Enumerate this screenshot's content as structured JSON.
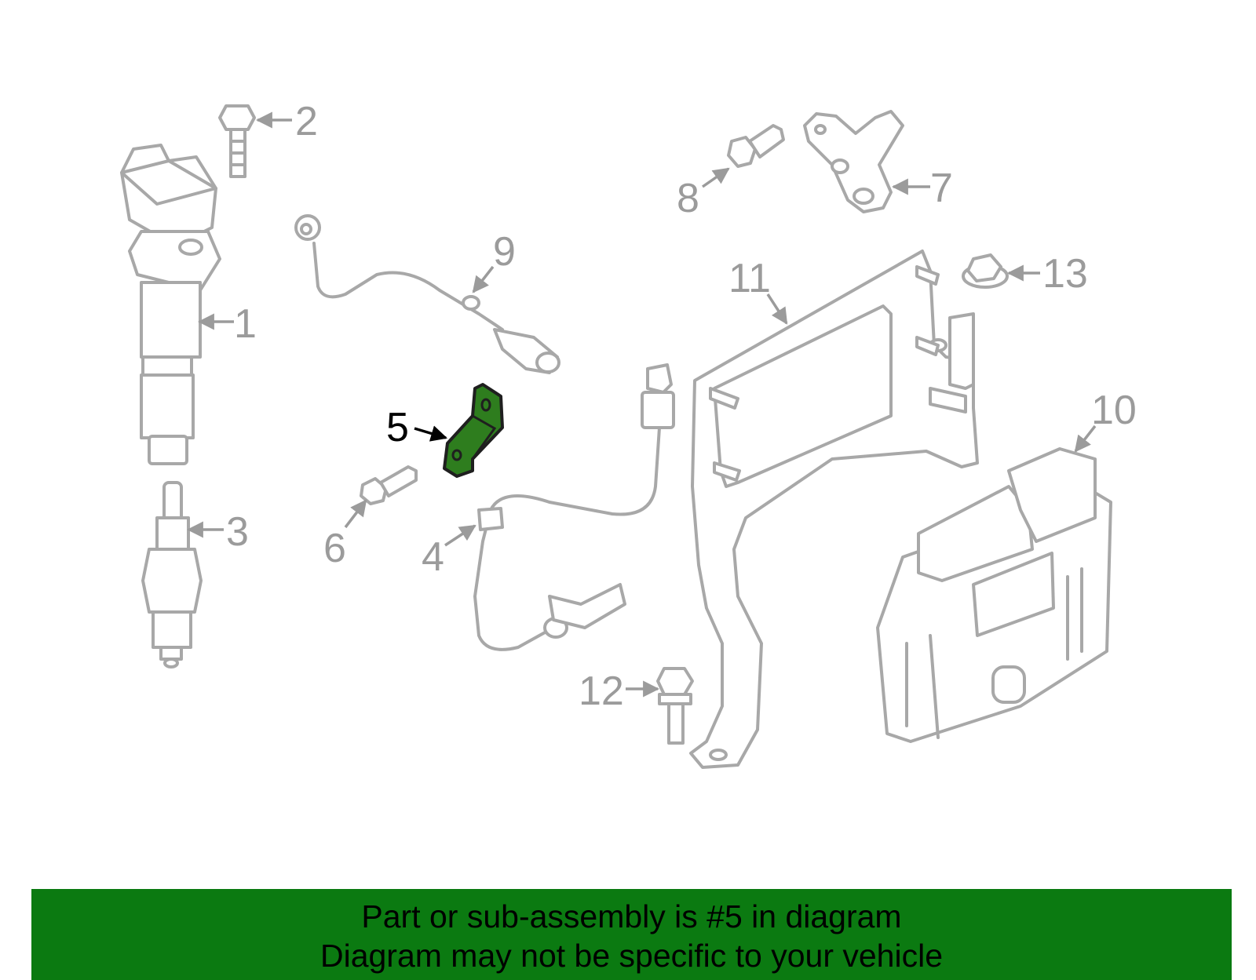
{
  "diagram": {
    "callouts": {
      "c1": "1",
      "c2": "2",
      "c3": "3",
      "c4": "4",
      "c5": "5",
      "c6": "6",
      "c7": "7",
      "c8": "8",
      "c9": "9",
      "c10": "10",
      "c11": "11",
      "c12": "12",
      "c13": "13"
    },
    "highlighted_part": "5",
    "colors": {
      "highlight": "#2e7d1e",
      "outline": "#a8a8a8",
      "banner": "#0b7a11"
    }
  },
  "banner": {
    "line1": "Part or sub-assembly is #5 in diagram",
    "line2": "Diagram may not be specific to your vehicle"
  }
}
